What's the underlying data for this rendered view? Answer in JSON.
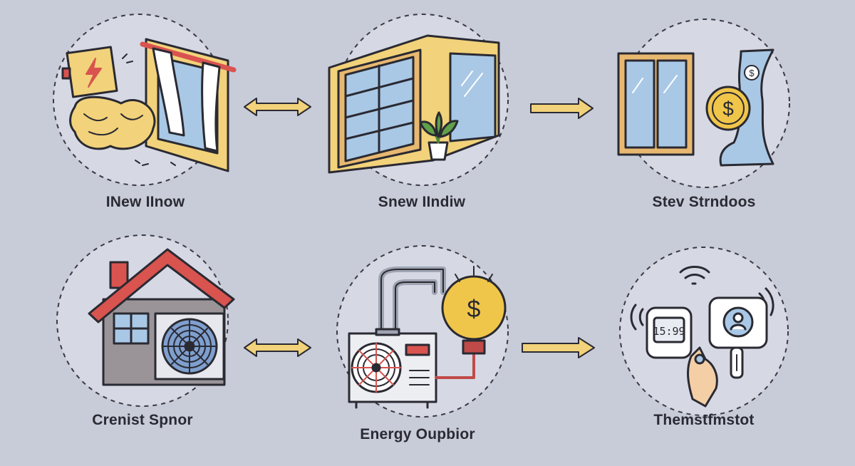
{
  "background_color": "#c8cbd8",
  "circle_fill": "#d6d8e4",
  "accent_colors": {
    "wall_yellow": "#f2d27a",
    "frame_orange": "#e8b871",
    "glass_blue": "#a9c8e6",
    "roof_red": "#d9534f",
    "coin_gold": "#f0c64a",
    "arrow_yellow": "#f2d27a"
  },
  "steps": [
    {
      "label": "INew IInow",
      "icon": "insulation-window-icon"
    },
    {
      "label": "Snew IIndiw",
      "icon": "double-window-plant-icon"
    },
    {
      "label": "Stev Strndoos",
      "icon": "window-coin-icon"
    },
    {
      "label": "Crenist Spnor",
      "icon": "house-heat-pump-icon"
    },
    {
      "label": "Energy Oupbior",
      "icon": "outdoor-ac-unit-icon"
    },
    {
      "label": "Themstfmstot",
      "icon": "smart-thermostat-icon"
    }
  ],
  "connectors": [
    {
      "from": 0,
      "to": 1,
      "type": "double-arrow"
    },
    {
      "from": 1,
      "to": 2,
      "type": "arrow"
    },
    {
      "from": 3,
      "to": 4,
      "type": "double-arrow"
    },
    {
      "from": 4,
      "to": 5,
      "type": "arrow"
    }
  ],
  "thermostat_display": "15:99",
  "coin_symbol": "$",
  "bill_symbol": "$"
}
